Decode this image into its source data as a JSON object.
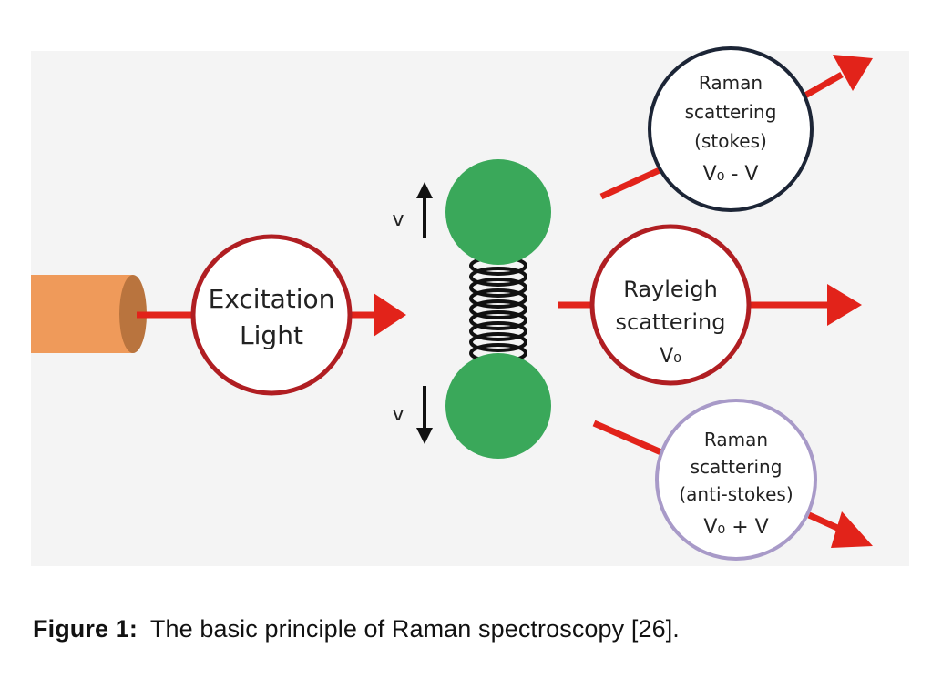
{
  "figure": {
    "excitation": {
      "line1": "Excitation",
      "line2": "Light"
    },
    "vibration": {
      "up_label": "v",
      "down_label": "v"
    },
    "stokes": {
      "line1": "Raman",
      "line2": "scattering",
      "line3": "(stokes)",
      "formula": "V₀ - V"
    },
    "rayleigh": {
      "line1": "Rayleigh",
      "line2": "scattering",
      "formula": "V₀"
    },
    "anti_stokes": {
      "line1": "Raman",
      "line2": "scattering",
      "line3": "(anti-stokes)",
      "formula": "V₀ + V"
    }
  },
  "caption": {
    "label": "Figure 1:",
    "text": "The basic principle of Raman spectroscopy [26]."
  },
  "colors": {
    "background": "#f4f4f4",
    "arrow": "#e2231a",
    "excitation_border": "#b01e22",
    "stokes_border": "#1c2536",
    "antistokes_border": "#a89ac8",
    "atom": "#3aa85a",
    "laser_body": "#ef9a5a",
    "laser_tip": "#b9743e"
  }
}
